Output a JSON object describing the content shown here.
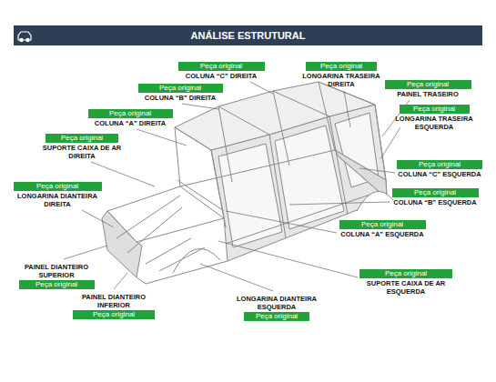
{
  "diagram": {
    "title": "ANÁLISE ESTRUTURAL",
    "nodes": [
      {
        "text": [
          "Peça original",
          "COLUNA “C” DIREITA"
        ]
      },
      {
        "text": [
          "Peça original",
          "LONGARINA TRASEIRA DIREITA"
        ]
      },
      {
        "text": [
          "Peça original",
          "COLUNA “B” DIREITA"
        ]
      },
      {
        "text": [
          "Peça original",
          "PAINEL TRASEIRO"
        ]
      },
      {
        "text": [
          "Peça original",
          "COLUNA “A” DIREITA"
        ]
      },
      {
        "text": [
          "Peça original",
          "LONGARINA TRASEIRA ESQUERDA"
        ]
      },
      {
        "text": [
          "Peça original",
          "SUPORTE CAIXA DE AR DIREITA"
        ]
      },
      {
        "text": [
          "Peça original",
          "COLUNA “C” ESQUERDA"
        ]
      },
      {
        "text": [
          "Peça original",
          "LONGARINA DIANTEIRA DIREITA"
        ]
      },
      {
        "text": [
          "Peça original",
          "COLUNA “B” ESQUERDA"
        ]
      },
      {
        "text": [
          "Peça original",
          "COLUNA “A” ESQUERDA"
        ]
      },
      {
        "text": [
          "PAINEL DIANTEIRO SUPERIOR",
          "Peça original"
        ]
      },
      {
        "text": [
          "Peça original",
          "SUPORTE CAIXA DE AR ESQUERDA"
        ]
      },
      {
        "text": [
          "PAINEL DIANTEIRO INFERIOR",
          "Peça original"
        ]
      },
      {
        "text": [
          "LONGARINA DIANTEIRA ESQUERDA",
          "Peça original"
        ]
      }
    ]
  }
}
